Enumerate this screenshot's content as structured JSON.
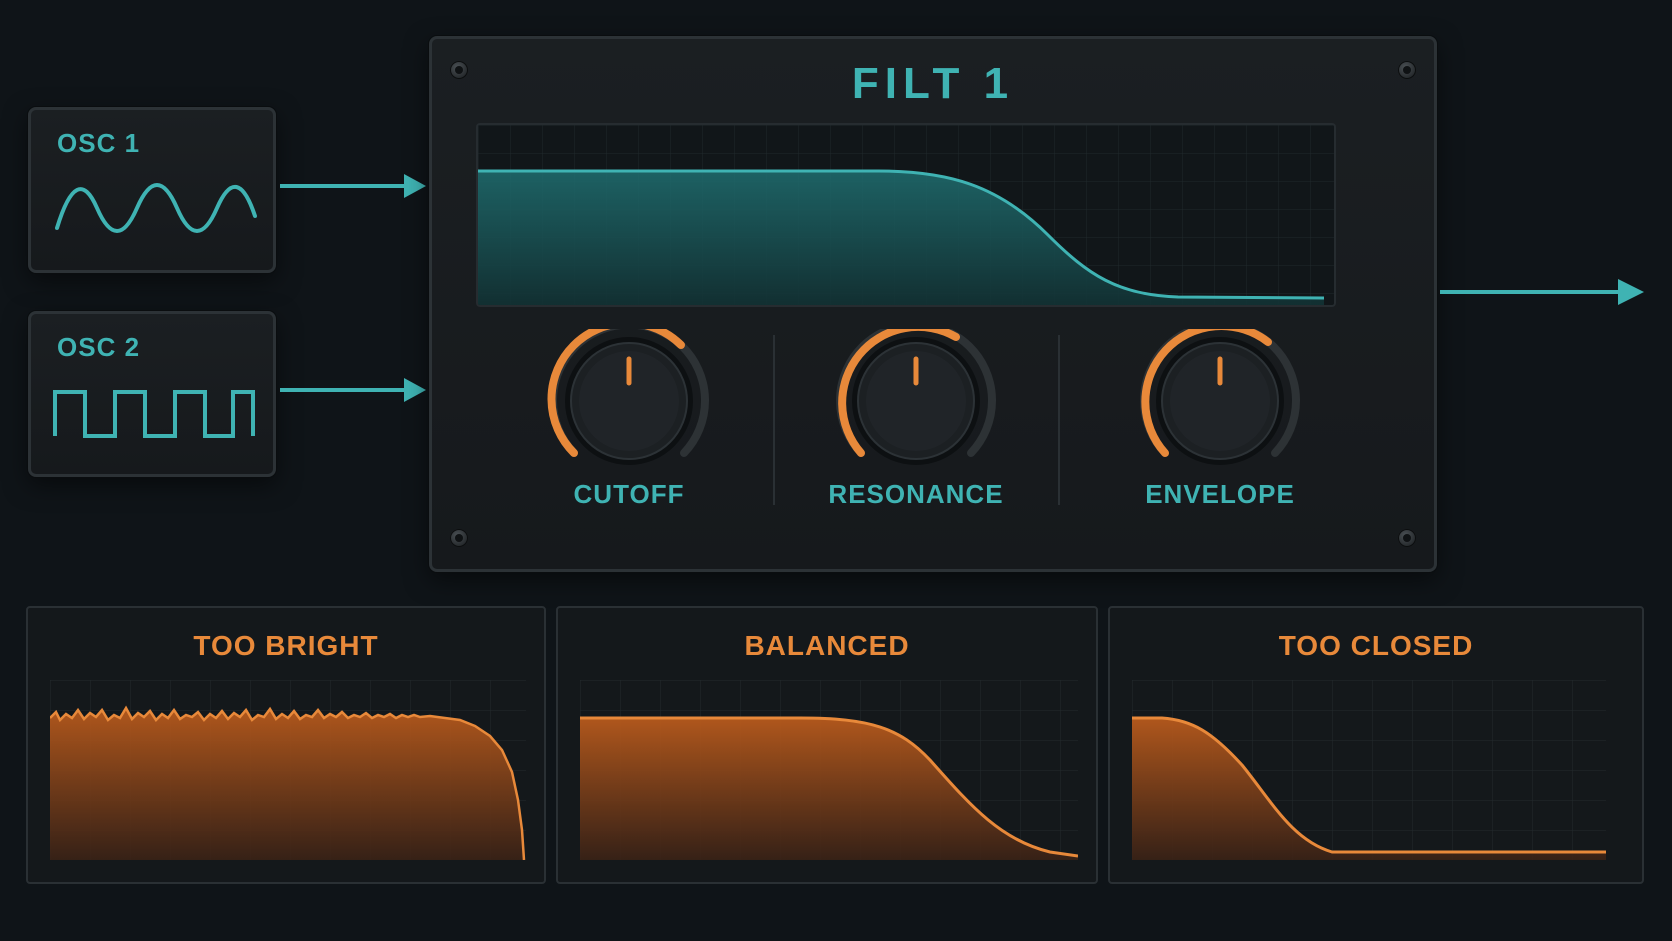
{
  "oscillators": [
    {
      "label": "OSC 1",
      "wave_icon": "sine-wave-icon"
    },
    {
      "label": "OSC 2",
      "wave_icon": "square-wave-icon"
    }
  ],
  "filter": {
    "title": "FILT 1",
    "knobs": [
      {
        "label": "CUTOFF"
      },
      {
        "label": "RESONANCE"
      },
      {
        "label": "ENVELOPE"
      }
    ]
  },
  "examples": [
    {
      "title": "TOO BRIGHT"
    },
    {
      "title": "BALANCED"
    },
    {
      "title": "TOO CLOSED"
    }
  ],
  "colors": {
    "accent_teal": "#3fb3b3",
    "accent_orange": "#e8893a",
    "background": "#0f1418"
  }
}
